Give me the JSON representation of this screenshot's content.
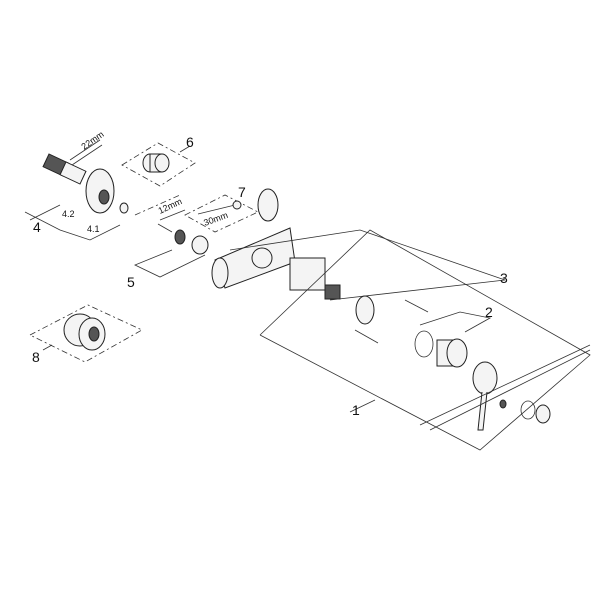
{
  "diagram": {
    "callouts": {
      "c1": "1",
      "c2": "2",
      "c3": "3",
      "c4": "4",
      "c4_1": "4.1",
      "c4_2": "4.2",
      "c5": "5",
      "c6": "6",
      "c7": "7",
      "c8": "8"
    },
    "dimensions": {
      "wrench_22": "22mm",
      "hex_key_12": "12mm",
      "wrench_30": "30mm"
    }
  }
}
